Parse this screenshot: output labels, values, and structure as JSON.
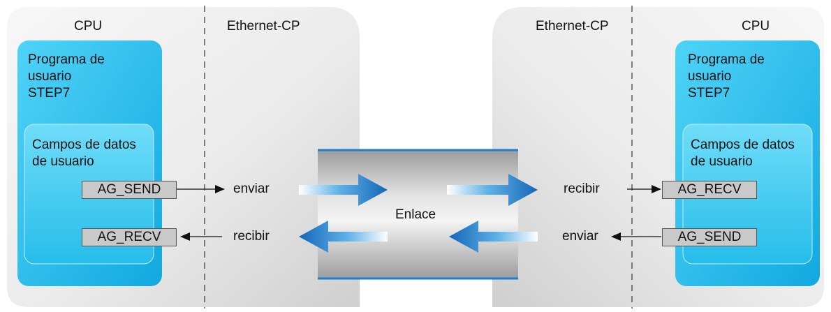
{
  "left": {
    "cpu_title": "CPU",
    "cp_title": "Ethernet-CP",
    "program_label": "Programa de\nusuario\nSTEP7",
    "data_fields_label": "Campos de datos\nde usuario",
    "send_block": "AG_SEND",
    "recv_block": "AG_RECV",
    "send_label": "enviar",
    "recv_label": "recibir"
  },
  "right": {
    "cpu_title": "CPU",
    "cp_title": "Ethernet-CP",
    "program_label": "Programa de\nusuario\nSTEP7",
    "data_fields_label": "Campos de datos\nde usuario",
    "send_block": "AG_SEND",
    "recv_block": "AG_RECV",
    "send_label": "enviar",
    "recv_label": "recibir"
  },
  "link_label": "Enlace",
  "colors": {
    "cpu_blue": "#29c2ef",
    "arrow_blue": "#1a72c0",
    "panel_grey": "#d9d9d9"
  }
}
